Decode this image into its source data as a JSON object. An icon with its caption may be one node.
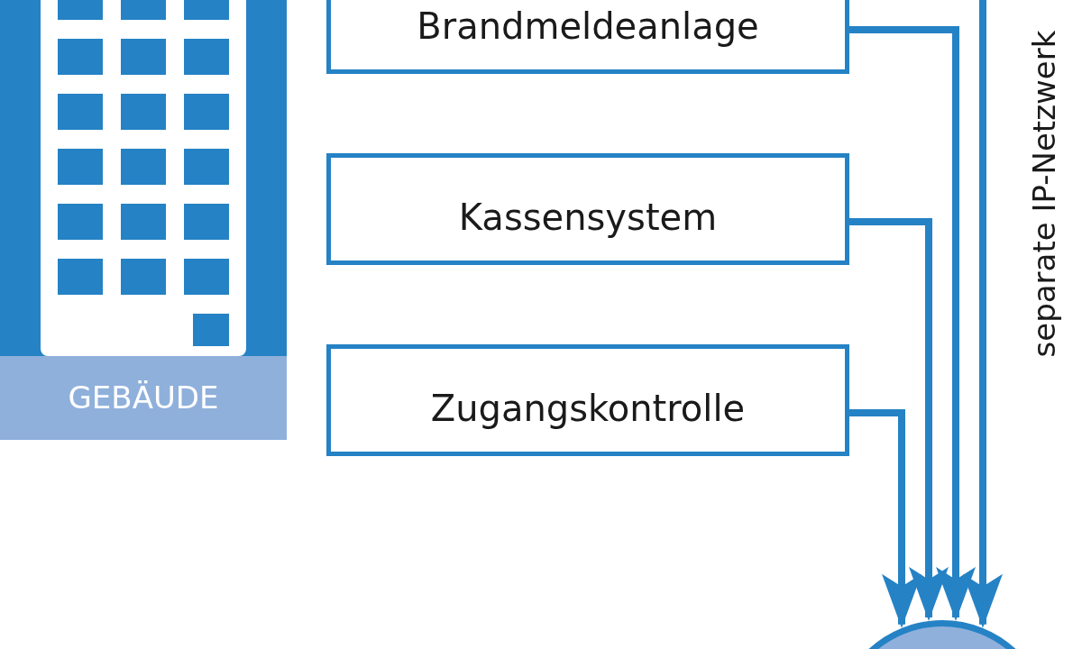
{
  "diagram": {
    "nodes": [
      {
        "text": [
          "GEBÄUDE"
        ]
      },
      {
        "text": [
          "Brandmeldeanlage"
        ]
      },
      {
        "text": [
          "Kassensystem"
        ]
      },
      {
        "text": [
          "Zugangskontrolle"
        ]
      },
      {
        "text": [],
        "shape": "circle"
      }
    ],
    "edges": [
      {
        "from": null,
        "to": 4,
        "arrow": "to"
      },
      {
        "from": 1,
        "to": 4,
        "arrow": "to"
      },
      {
        "from": 2,
        "to": 4,
        "arrow": "to"
      },
      {
        "from": 3,
        "to": 4,
        "arrow": "to"
      }
    ],
    "labels": [
      "separate IP-Netzwerk"
    ]
  }
}
